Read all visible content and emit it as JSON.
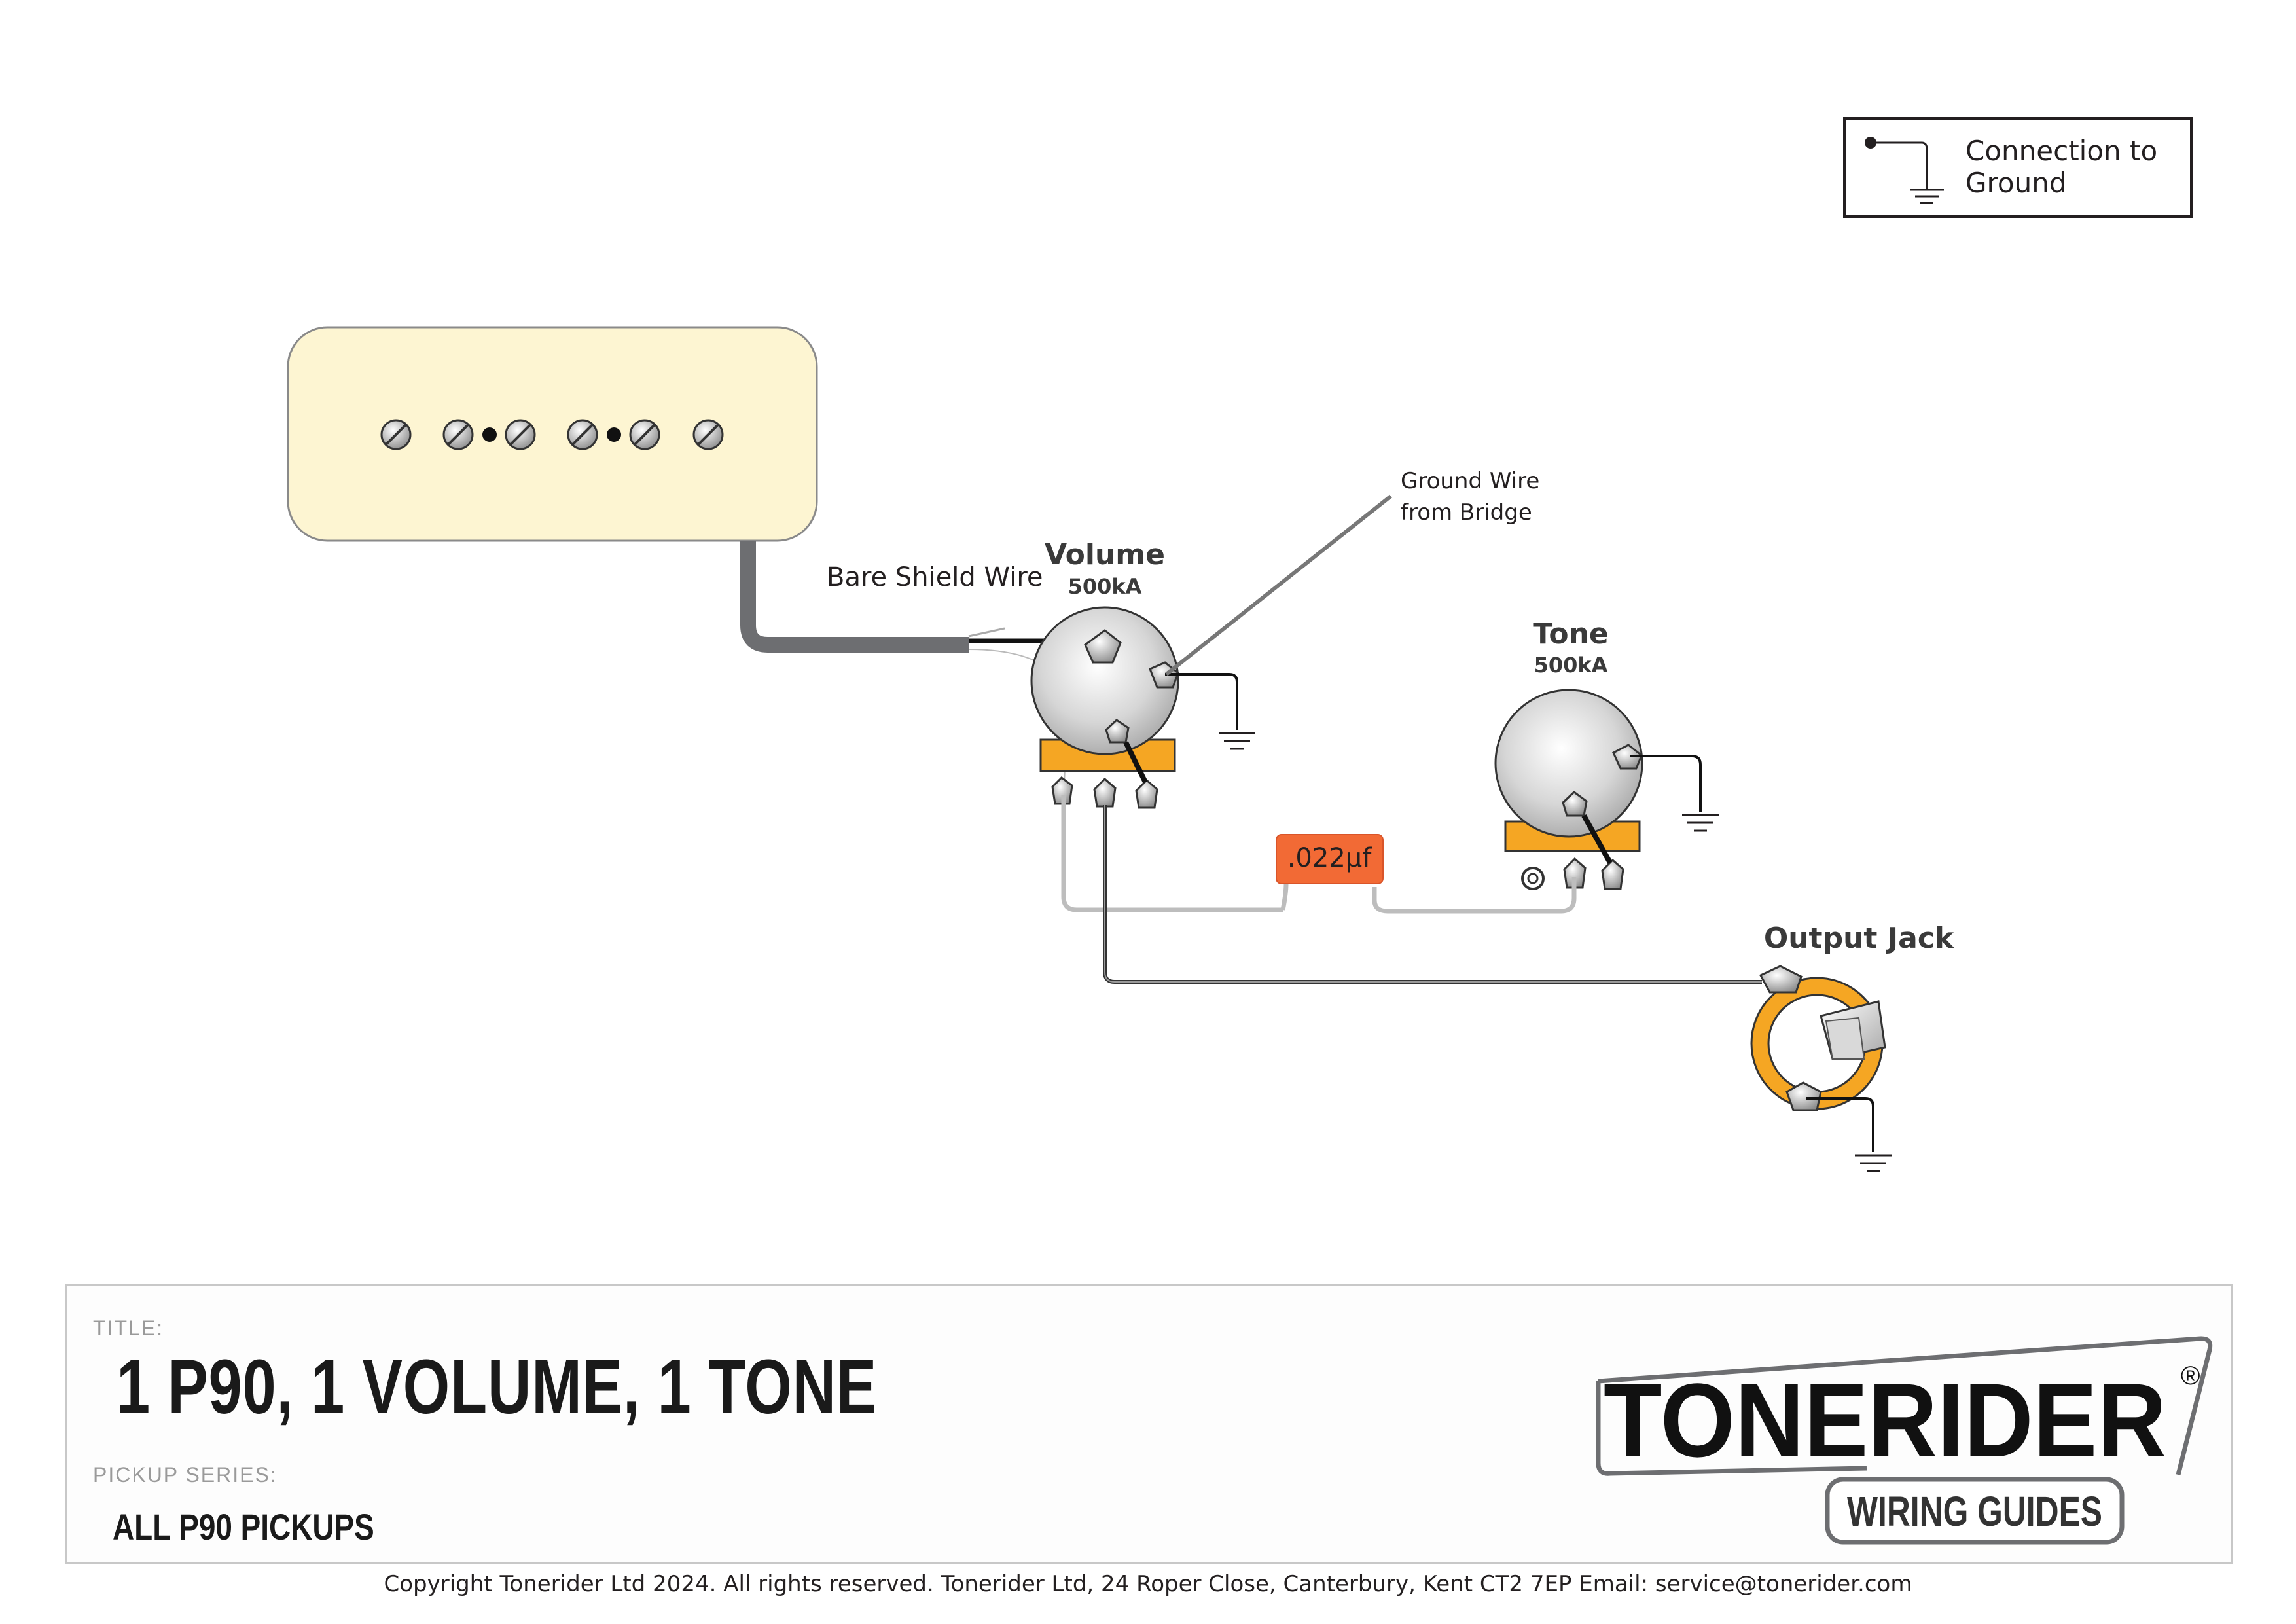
{
  "legend": {
    "label": "Connection to Ground",
    "line1": "Connection to",
    "line2": "Ground"
  },
  "labels": {
    "volume": "Volume",
    "volume_value": "500kA",
    "tone": "Tone",
    "tone_value": "500kA",
    "bare_shield": "Bare Shield Wire",
    "ground_wire_1": "Ground Wire",
    "ground_wire_2": "from Bridge",
    "capacitor": ".022µf",
    "output_jack": "Output Jack"
  },
  "title_block": {
    "title_caption": "TITLE:",
    "title": "1 P90, 1 VOLUME, 1 TONE",
    "series_caption": "PICKUP SERIES:",
    "series": "ALL P90 PICKUPS"
  },
  "logo": {
    "brand": "TONERIDER",
    "registered": "®",
    "sub": "WIRING GUIDES"
  },
  "footer": {
    "copyright": "Copyright Tonerider Ltd 2024. All rights reserved. Tonerider Ltd, 24 Roper Close, Canterbury, Kent CT2 7EP Email: service@tonerider.com"
  },
  "colors": {
    "pickup_cover": "#fdf5d2",
    "pot_solder_tab": "#f5a623",
    "capacitor": "#f26a35",
    "wire_grey": "#bdbdbd",
    "wire_dark": "#555555"
  }
}
